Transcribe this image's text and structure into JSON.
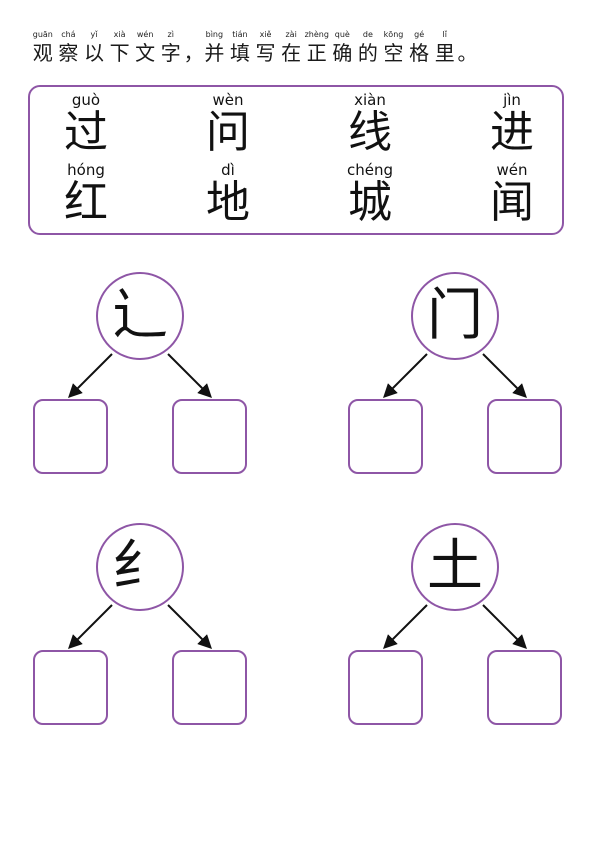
{
  "instruction": {
    "units": [
      {
        "py": "guān",
        "ch": "观"
      },
      {
        "py": "chá",
        "ch": "察"
      },
      {
        "py": "yǐ",
        "ch": "以"
      },
      {
        "py": "xià",
        "ch": "下"
      },
      {
        "py": "wén",
        "ch": "文"
      },
      {
        "py": "zì",
        "ch": "字"
      },
      {
        "py": "",
        "ch": "，"
      },
      {
        "py": "bìng",
        "ch": "并"
      },
      {
        "py": "tián",
        "ch": "填"
      },
      {
        "py": "xiě",
        "ch": "写"
      },
      {
        "py": "zài",
        "ch": "在"
      },
      {
        "py": "zhèng",
        "ch": "正"
      },
      {
        "py": "què",
        "ch": "确"
      },
      {
        "py": "de",
        "ch": "的"
      },
      {
        "py": "kōng",
        "ch": "空"
      },
      {
        "py": "gé",
        "ch": "格"
      },
      {
        "py": "lǐ",
        "ch": "里"
      },
      {
        "py": "",
        "ch": "。"
      }
    ]
  },
  "reference": {
    "row1": [
      {
        "py": "guò",
        "hz": "过"
      },
      {
        "py": "wèn",
        "hz": "问"
      },
      {
        "py": "xiàn",
        "hz": "线"
      },
      {
        "py": "jìn",
        "hz": "进"
      }
    ],
    "row2": [
      {
        "py": "hóng",
        "hz": "红"
      },
      {
        "py": "dì",
        "hz": "地"
      },
      {
        "py": "chéng",
        "hz": "城"
      },
      {
        "py": "wén",
        "hz": "闻"
      }
    ]
  },
  "radicals": [
    "辶",
    "门",
    "纟",
    "土"
  ],
  "colors": {
    "accent": "#8e56a6",
    "ink": "#111111"
  }
}
